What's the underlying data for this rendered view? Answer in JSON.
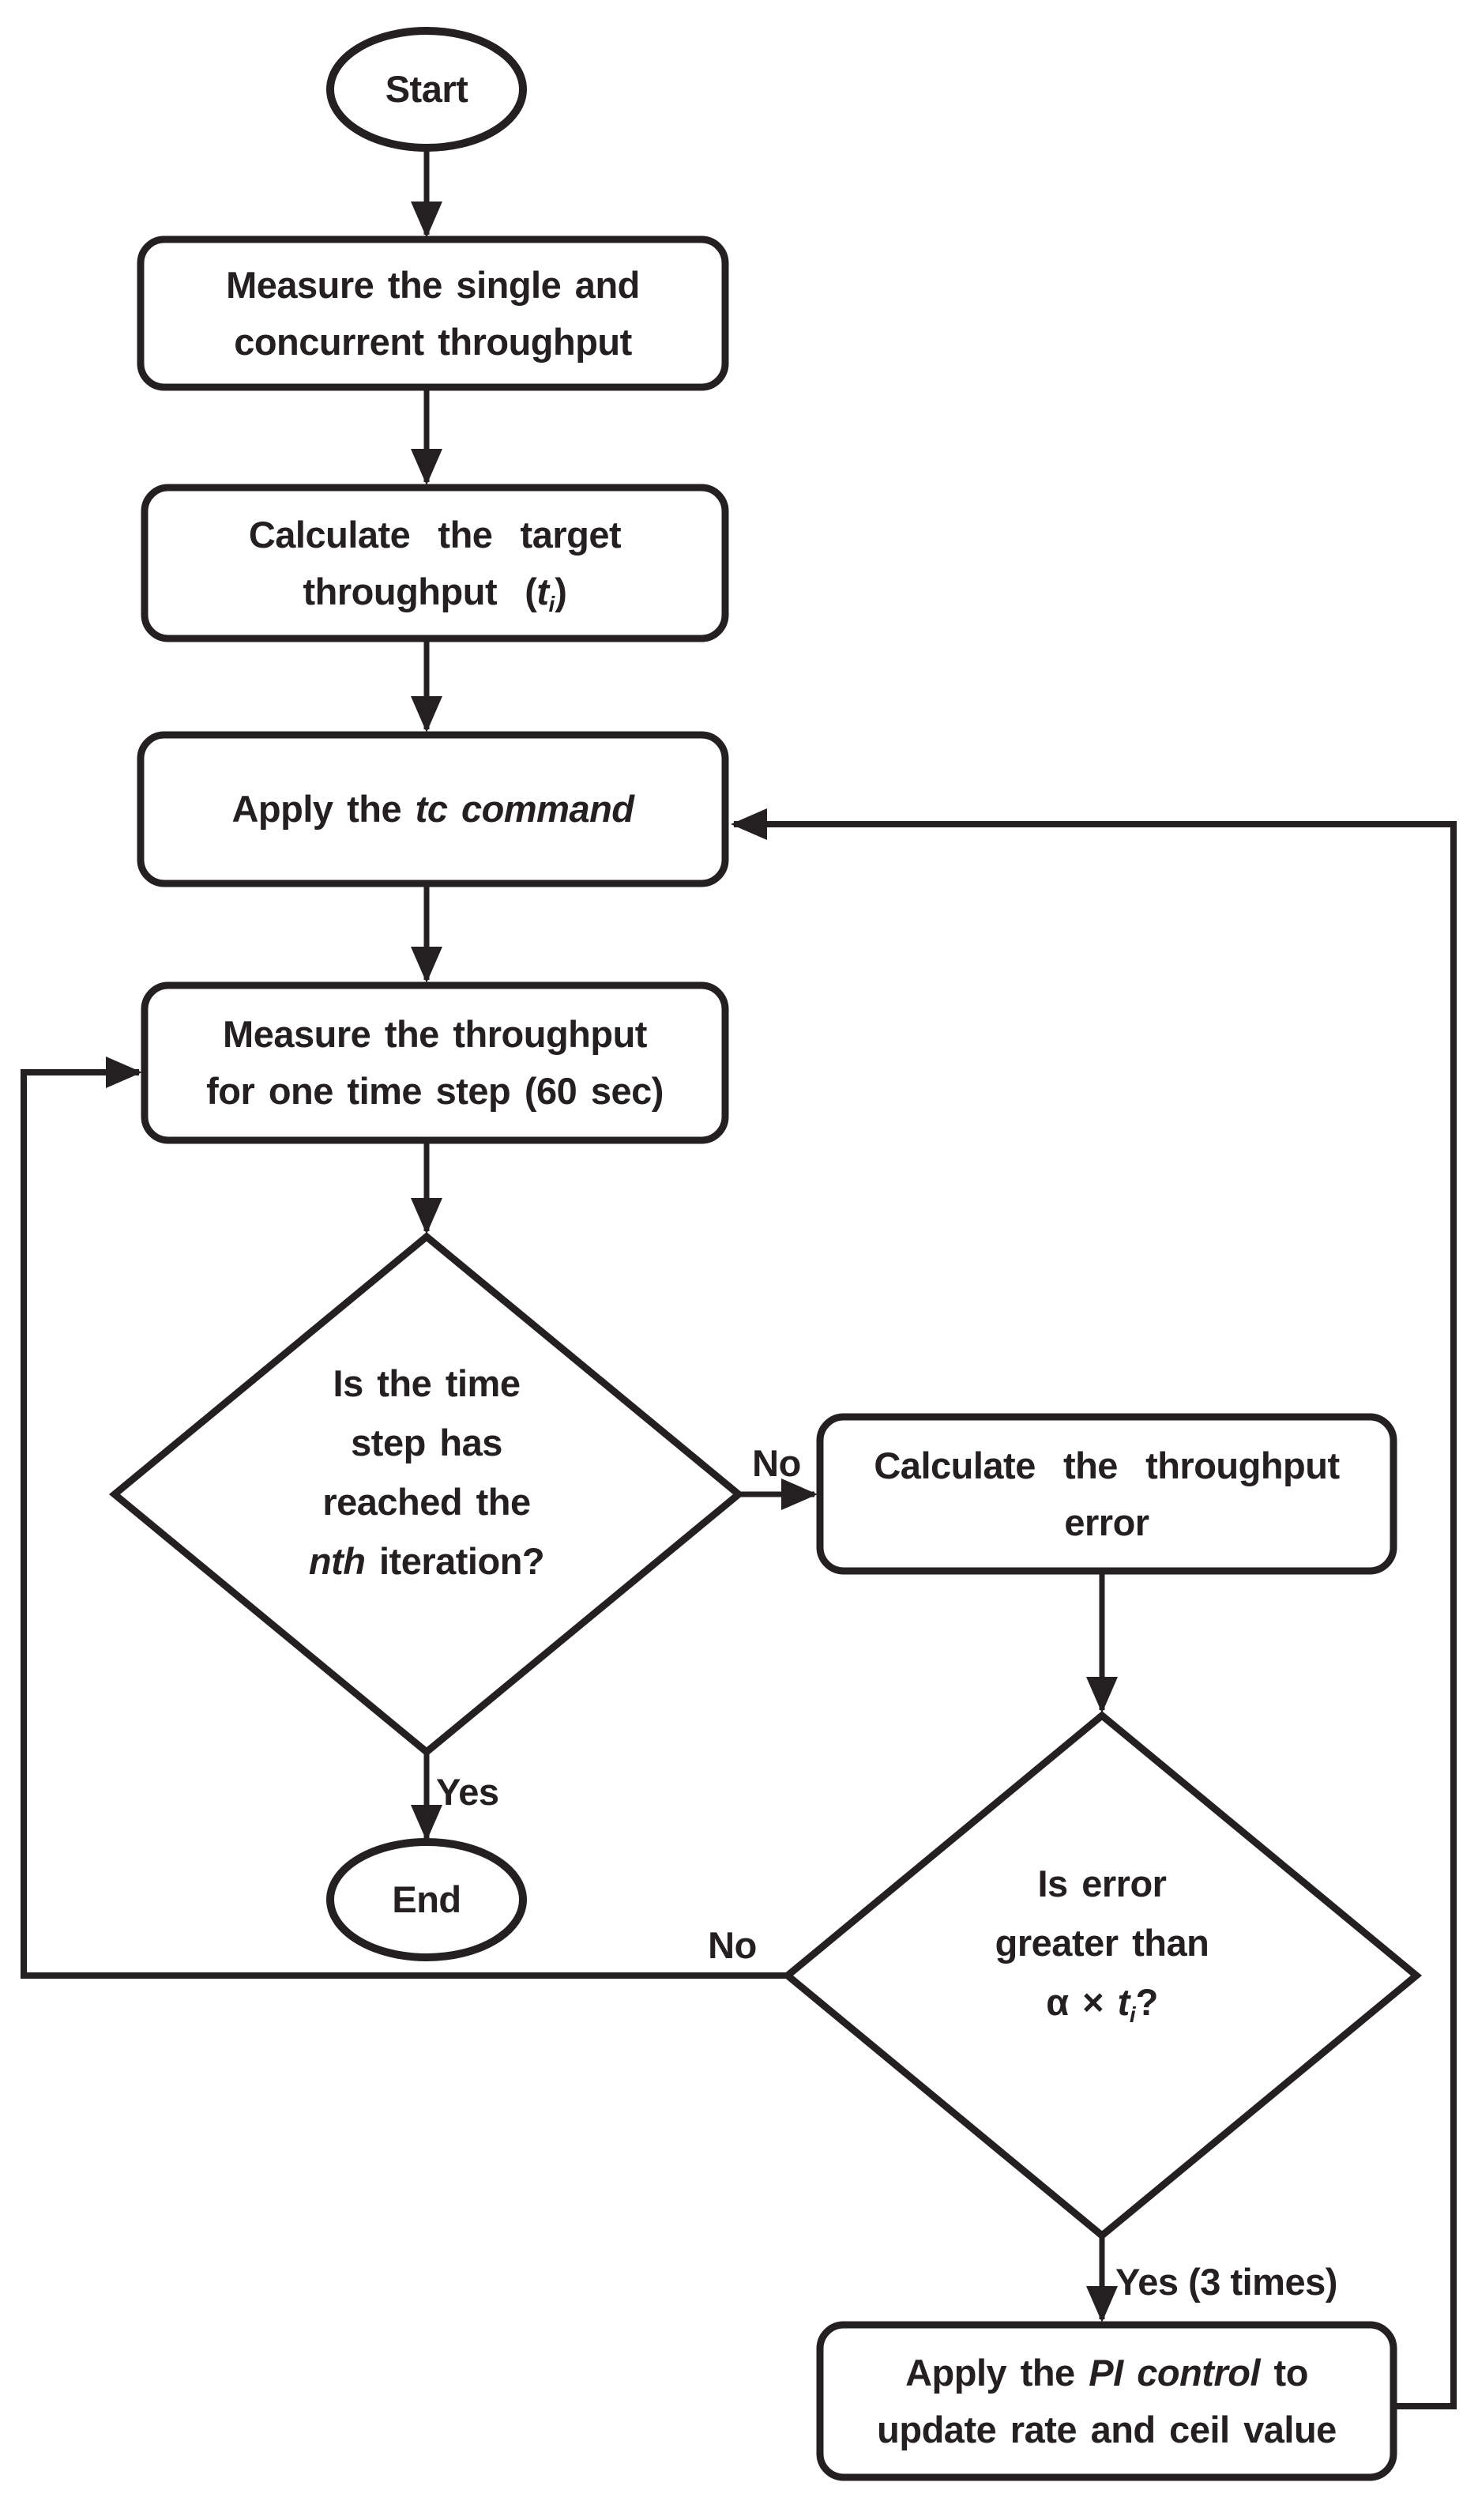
{
  "colors": {
    "ink": "#242021",
    "background": "#ffffff"
  },
  "nodes": {
    "start": {
      "label": "Start"
    },
    "measure_initial": {
      "line1": "Measure the single and",
      "line2": "concurrent throughput"
    },
    "calc_target": {
      "line1": "Calculate  the  target",
      "line2_pre": "throughput  (",
      "line2_var": "t",
      "line2_var_sub": "i",
      "line2_post": ")"
    },
    "apply_tc": {
      "line1_pre": "Apply the ",
      "line1_var": "tc command"
    },
    "measure_step": {
      "line1": "Measure the throughput",
      "line2": "for one time step (60 sec)"
    },
    "decision_iteration": {
      "line1": "Is the time",
      "line2": "step has",
      "line3": "reached the",
      "line4_var": "nth",
      "line4_rest": " iteration?"
    },
    "calc_error": {
      "line1": "Calculate  the  throughput",
      "line2": "error"
    },
    "decision_error": {
      "line1": "Is error",
      "line2": "greater than",
      "line3_pre": "α × ",
      "line3_var": "t",
      "line3_var_sub": "i",
      "line3_post": "?"
    },
    "apply_pi": {
      "line1_pre": "Apply the ",
      "line1_var": "PI control",
      "line1_post": " to",
      "line2": "update rate and ceil value"
    },
    "end": {
      "label": "End"
    }
  },
  "edge_labels": {
    "no_iteration": "No",
    "yes_iteration": "Yes",
    "no_error": "No",
    "yes_error": "Yes (3 times)"
  },
  "edges": [
    {
      "from": "start",
      "to": "measure_initial",
      "label": ""
    },
    {
      "from": "measure_initial",
      "to": "calc_target",
      "label": ""
    },
    {
      "from": "calc_target",
      "to": "apply_tc",
      "label": ""
    },
    {
      "from": "apply_tc",
      "to": "measure_step",
      "label": ""
    },
    {
      "from": "measure_step",
      "to": "decision_iteration",
      "label": ""
    },
    {
      "from": "decision_iteration",
      "to": "calc_error",
      "label": "No"
    },
    {
      "from": "decision_iteration",
      "to": "end",
      "label": "Yes"
    },
    {
      "from": "calc_error",
      "to": "decision_error",
      "label": ""
    },
    {
      "from": "decision_error",
      "to": "measure_step",
      "label": "No"
    },
    {
      "from": "decision_error",
      "to": "apply_pi",
      "label": "Yes (3 times)"
    },
    {
      "from": "apply_pi",
      "to": "apply_tc",
      "label": ""
    }
  ]
}
